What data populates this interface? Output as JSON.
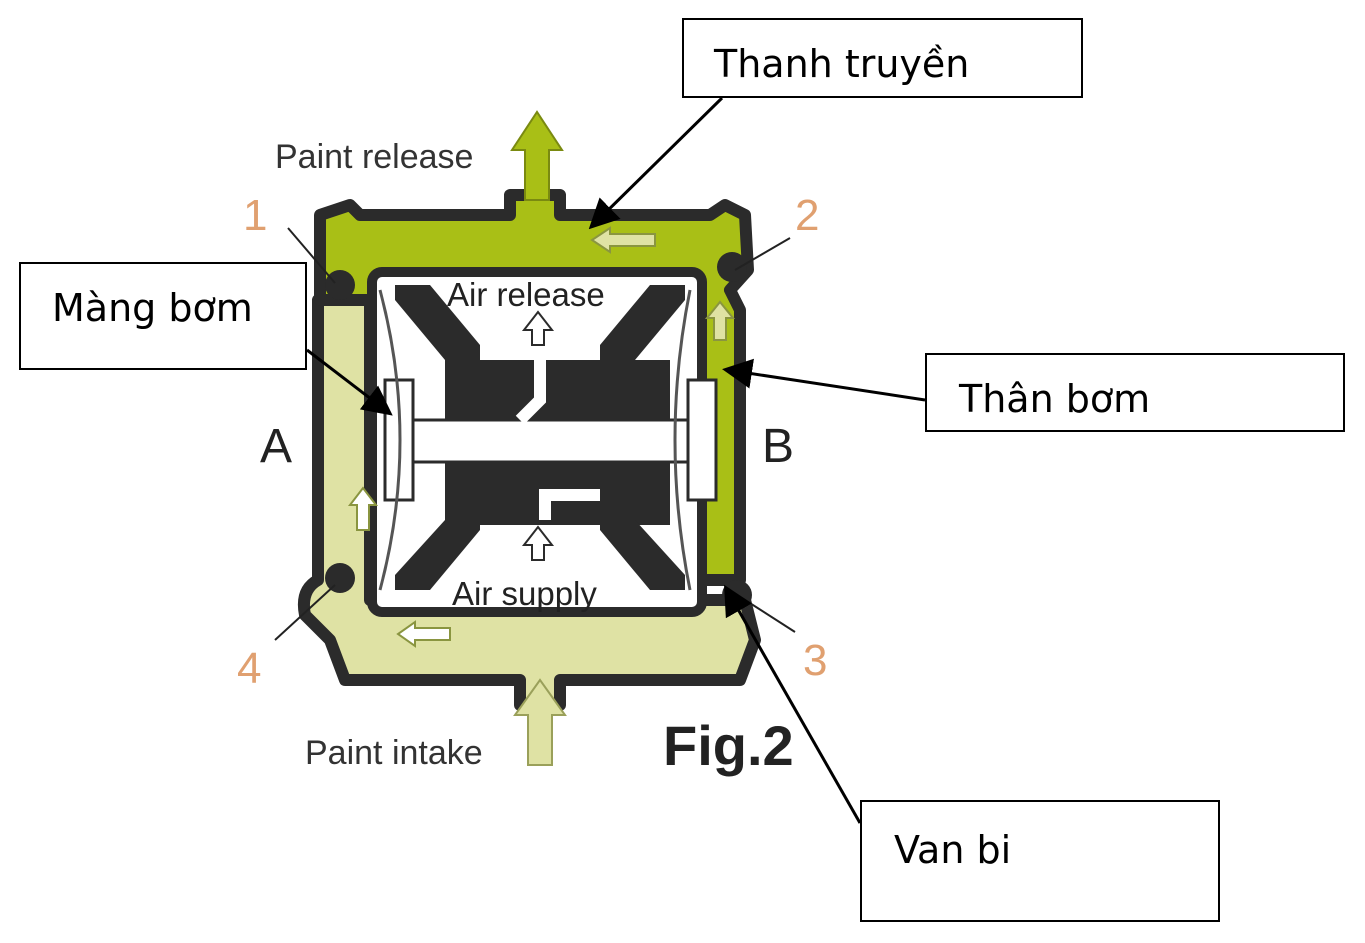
{
  "colors": {
    "body_dark_green": "#a9bf16",
    "body_light_green": "#dfe2a4",
    "frame": "#2b2b2b",
    "number_orange": "#e0a070",
    "callout_border": "#000000"
  },
  "diagram": {
    "paint_release": "Paint release",
    "paint_intake": "Paint intake",
    "air_release": "Air release",
    "air_supply": "Air supply",
    "chamber_a": "A",
    "chamber_b": "B",
    "figure_label": "Fig.2",
    "numbers": [
      "1",
      "2",
      "3",
      "4"
    ]
  },
  "callouts": {
    "connecting_rod": "Thanh truyền",
    "diaphragm": "Màng bơm",
    "pump_body": "Thân bơm",
    "ball_valve": "Van bi"
  }
}
